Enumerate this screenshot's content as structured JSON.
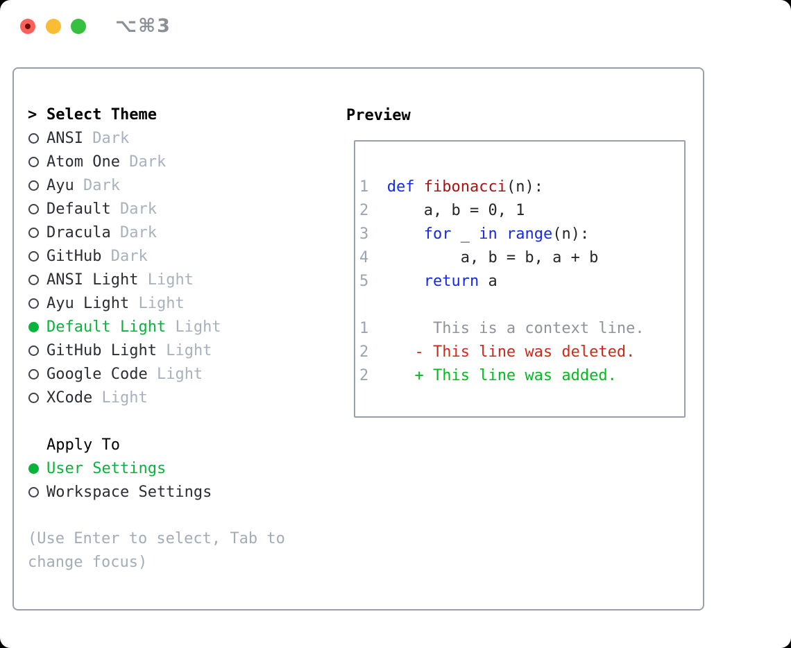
{
  "titlebar": {
    "shortcut": "⌥⌘3"
  },
  "theme_list": {
    "prompt": ">",
    "header": "Select Theme",
    "items": [
      {
        "name": "ANSI",
        "variant": "Dark",
        "selected": false
      },
      {
        "name": "Atom One",
        "variant": "Dark",
        "selected": false
      },
      {
        "name": "Ayu",
        "variant": "Dark",
        "selected": false
      },
      {
        "name": "Default",
        "variant": "Dark",
        "selected": false
      },
      {
        "name": "Dracula",
        "variant": "Dark",
        "selected": false
      },
      {
        "name": "GitHub",
        "variant": "Dark",
        "selected": false
      },
      {
        "name": "ANSI Light",
        "variant": "Light",
        "selected": false
      },
      {
        "name": "Ayu Light",
        "variant": "Light",
        "selected": false
      },
      {
        "name": "Default Light",
        "variant": "Light",
        "selected": true
      },
      {
        "name": "GitHub Light",
        "variant": "Light",
        "selected": false
      },
      {
        "name": "Google Code",
        "variant": "Light",
        "selected": false
      },
      {
        "name": "XCode",
        "variant": "Light",
        "selected": false
      }
    ]
  },
  "apply_to": {
    "header": "Apply To",
    "options": [
      {
        "name": "User Settings",
        "selected": true
      },
      {
        "name": "Workspace Settings",
        "selected": false
      }
    ]
  },
  "hint": "(Use Enter to select, Tab to change focus)",
  "preview": {
    "header": "Preview",
    "lines": [
      [
        {
          "c": "ln",
          "t": "1  "
        },
        {
          "c": "kw",
          "t": "def"
        },
        {
          "c": "pl",
          "t": " "
        },
        {
          "c": "fn",
          "t": "fibonacci"
        },
        {
          "c": "pl",
          "t": "(n):"
        }
      ],
      [
        {
          "c": "ln",
          "t": "2  "
        },
        {
          "c": "pl",
          "t": "    a, b = 0, 1"
        }
      ],
      [
        {
          "c": "ln",
          "t": "3  "
        },
        {
          "c": "pl",
          "t": "    "
        },
        {
          "c": "kw",
          "t": "for"
        },
        {
          "c": "pl",
          "t": " _ "
        },
        {
          "c": "kw",
          "t": "in"
        },
        {
          "c": "pl",
          "t": " "
        },
        {
          "c": "kw",
          "t": "range"
        },
        {
          "c": "pl",
          "t": "(n):"
        }
      ],
      [
        {
          "c": "ln",
          "t": "4  "
        },
        {
          "c": "pl",
          "t": "        a, b = b, a + b"
        }
      ],
      [
        {
          "c": "ln",
          "t": "5  "
        },
        {
          "c": "pl",
          "t": "    "
        },
        {
          "c": "kw",
          "t": "return"
        },
        {
          "c": "pl",
          "t": " a"
        }
      ],
      [],
      [
        {
          "c": "ln",
          "t": "1  "
        },
        {
          "c": "ctx",
          "t": "     This is a context line."
        }
      ],
      [
        {
          "c": "ln",
          "t": "2  "
        },
        {
          "c": "del",
          "t": "   - This line was deleted."
        }
      ],
      [
        {
          "c": "ln",
          "t": "2  "
        },
        {
          "c": "add",
          "t": "   + This line was added."
        }
      ]
    ]
  },
  "colors": {
    "green": "#0ab33c",
    "kw": "#1428f0",
    "fn": "#a81414",
    "plain": "#23262b",
    "lineno": "#9ba4b0",
    "ctx": "#8f949b",
    "del": "#d02818",
    "add": "#00bd1f",
    "dark": "#2a2e34",
    "gray-light": "#a8b1bc",
    "gray-mid": "#8b9096",
    "hint": "#a4acb6",
    "border": "#98a1ab",
    "radio": "#3e434b",
    "light-red": "#f8605a",
    "light-red-dot": "#6c0d05",
    "light-yellow": "#f8bc35",
    "light-green": "#35c03f"
  }
}
